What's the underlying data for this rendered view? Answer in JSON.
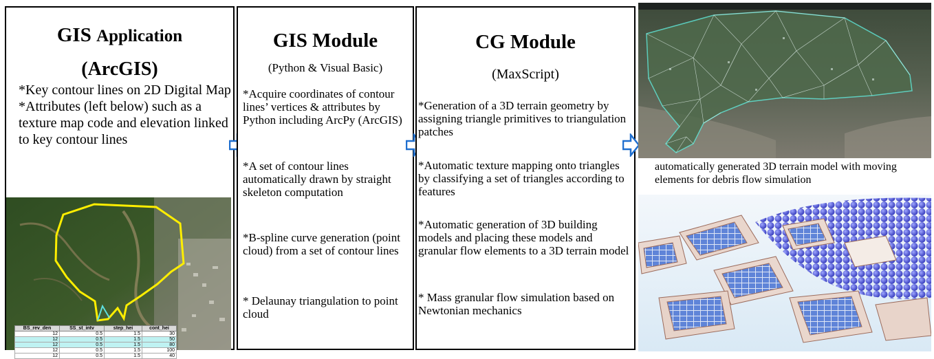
{
  "gis_application": {
    "title_main": "GIS",
    "title_rest": "Application",
    "subtitle": "(ArcGIS)",
    "description": "*Key contour lines on 2D Digital Map\n*Attributes (left below) such as a texture map code and elevation linked to key contour lines"
  },
  "attribute_table": {
    "headers": [
      "BS_rev_den",
      "SS_st_intv",
      "step_hei",
      "cont_hei"
    ],
    "rows": [
      [
        "12",
        "0.5",
        "1.5",
        "30"
      ],
      [
        "12",
        "0.5",
        "1.5",
        "50"
      ],
      [
        "12",
        "0.5",
        "1.5",
        "80"
      ],
      [
        "12",
        "0.5",
        "1.5",
        "100"
      ],
      [
        "12",
        "0.5",
        "1.5",
        "40"
      ]
    ]
  },
  "gis_module": {
    "title": "GIS Module",
    "subtitle": "(Python & Visual Basic)",
    "items": [
      "*Acquire coordinates of contour lines’ vertices & attributes by Python including ArcPy (ArcGIS)",
      "*A set of contour lines automatically drawn by straight skeleton computation",
      "*B-spline curve generation (point cloud) from a set of contour lines",
      "* Delaunay triangulation to point cloud"
    ]
  },
  "cg_module": {
    "title": "CG Module",
    "subtitle": "(MaxScript)",
    "items": [
      "*Generation of a 3D terrain geometry by assigning triangle primitives to triangulation patches",
      "*Automatic texture mapping onto triangles by classifying a set of triangles according to features",
      "*Automatic generation of 3D building models and placing these models and granular flow elements to a 3D terrain model",
      "* Mass granular flow simulation based on Newtonian mechanics"
    ]
  },
  "terrain_caption": "automatically generated 3D terrain model with moving elements for debris flow simulation",
  "colors": {
    "arrow": "#1f6fcf",
    "contour_outline": "#ffee00",
    "wireframe": "#5fe0d0",
    "granular": "#3b3fd8"
  }
}
